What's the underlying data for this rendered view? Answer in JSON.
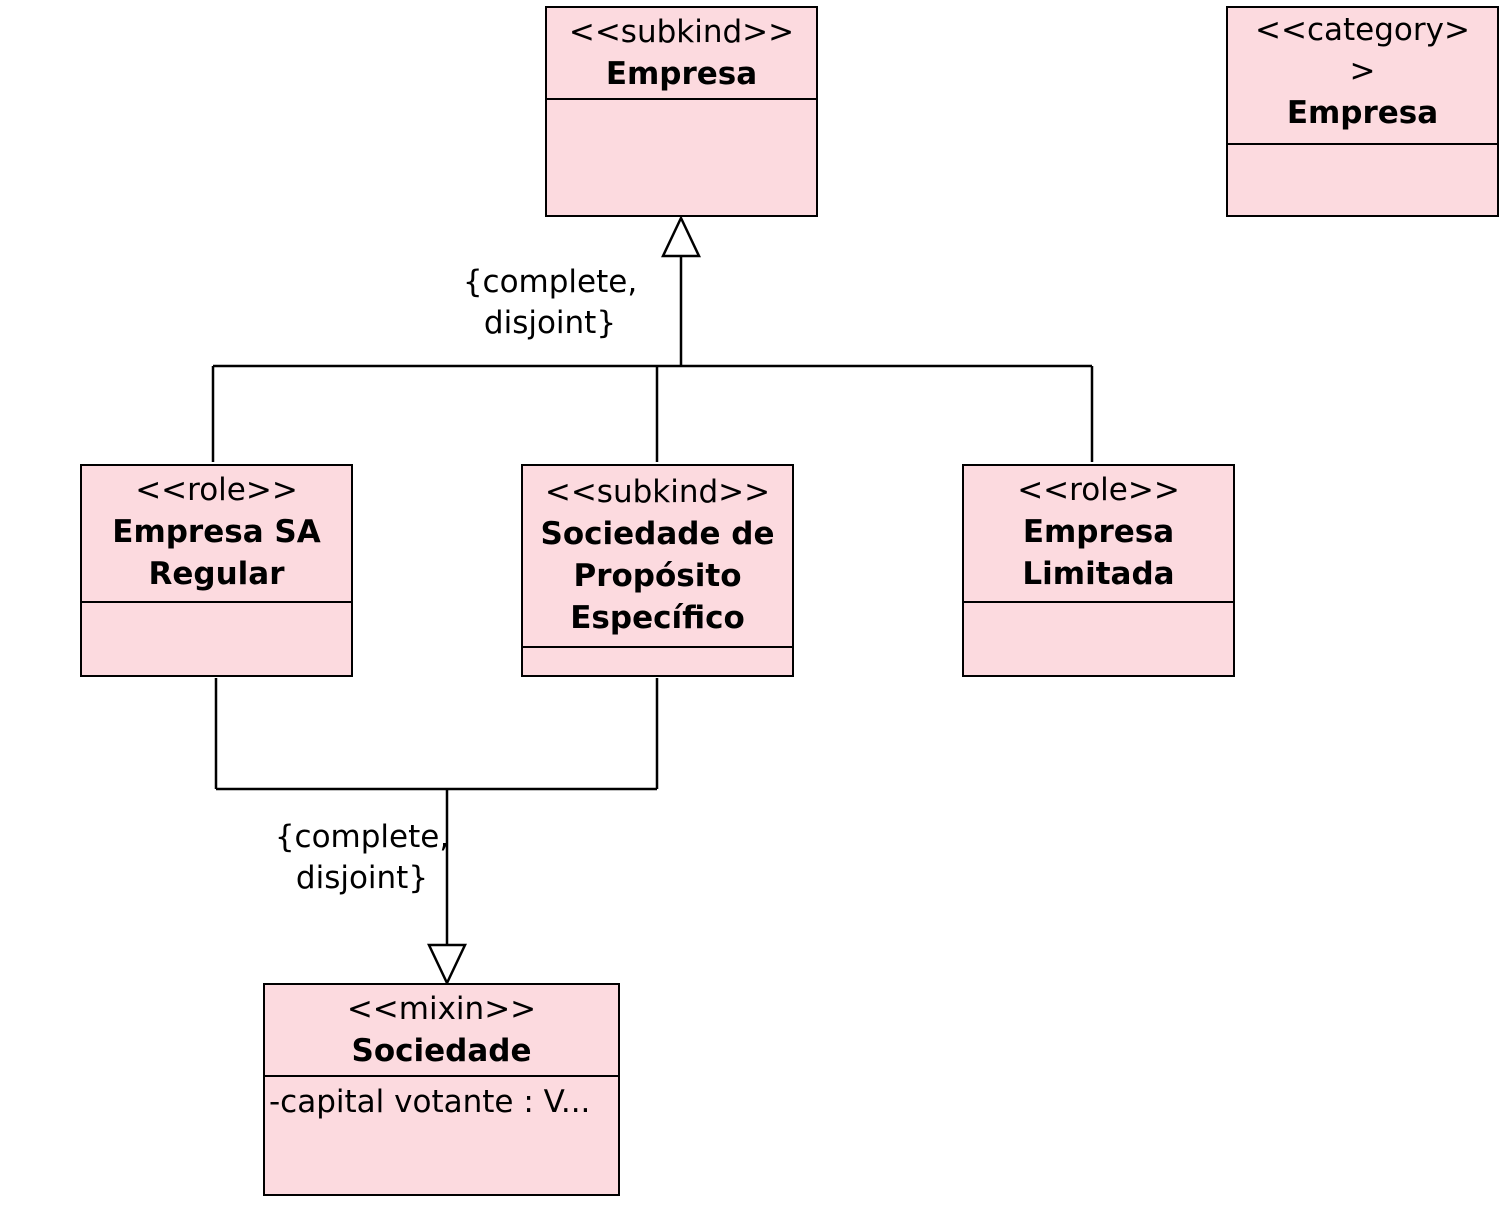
{
  "diagram": {
    "classes": {
      "empresa": {
        "stereotype": "<<subkind>>",
        "name": "Empresa",
        "attributes": []
      },
      "empresa_category": {
        "stereotype": "<<category>",
        "stereotype_wrap": ">",
        "name": "Empresa",
        "attributes": []
      },
      "empresa_sa_regular": {
        "stereotype": "<<role>>",
        "name": "Empresa SA Regular",
        "attributes": []
      },
      "sociedade_proposito_especifico": {
        "stereotype": "<<subkind>>",
        "name": "Sociedade de Propósito Específico",
        "attributes": []
      },
      "empresa_limitada": {
        "stereotype": "<<role>>",
        "name": "Empresa Limitada",
        "attributes": []
      },
      "sociedade": {
        "stereotype": "<<mixin>>",
        "name": "Sociedade",
        "attributes": [
          "-capital votante : V..."
        ]
      }
    },
    "generalization_sets": {
      "empresa_subtypes": {
        "constraint_line1": "{complete,",
        "constraint_line2": "disjoint}"
      },
      "sociedade_subtypes": {
        "constraint_line1": "{complete,",
        "constraint_line2": "disjoint}"
      }
    }
  }
}
